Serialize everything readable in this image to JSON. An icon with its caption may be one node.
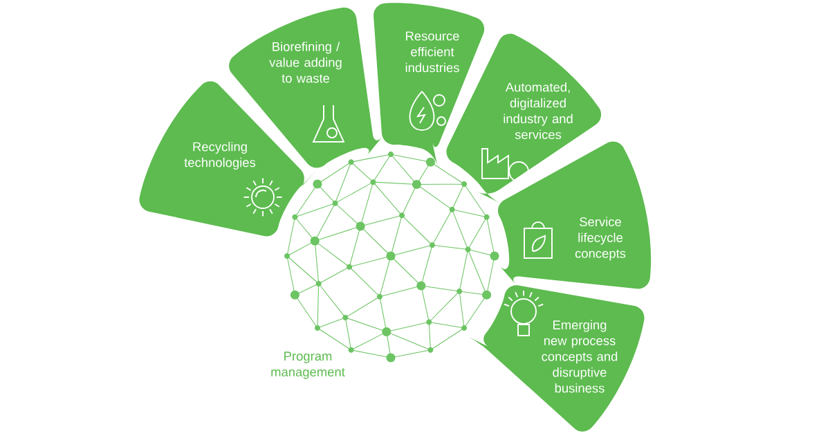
{
  "diagram": {
    "nodes": [
      {
        "text": [
          "Recycling technologies"
        ]
      },
      {
        "text": [
          "Biorefining / value adding to waste"
        ]
      },
      {
        "text": [
          "Resource efficient industries"
        ]
      },
      {
        "text": [
          "Automated, digitalized industry and services"
        ]
      },
      {
        "text": [
          "Service lifecycle concepts"
        ]
      },
      {
        "text": [
          "Emerging new process concepts and disruptive business"
        ]
      }
    ],
    "labels": [
      "Program management"
    ]
  }
}
